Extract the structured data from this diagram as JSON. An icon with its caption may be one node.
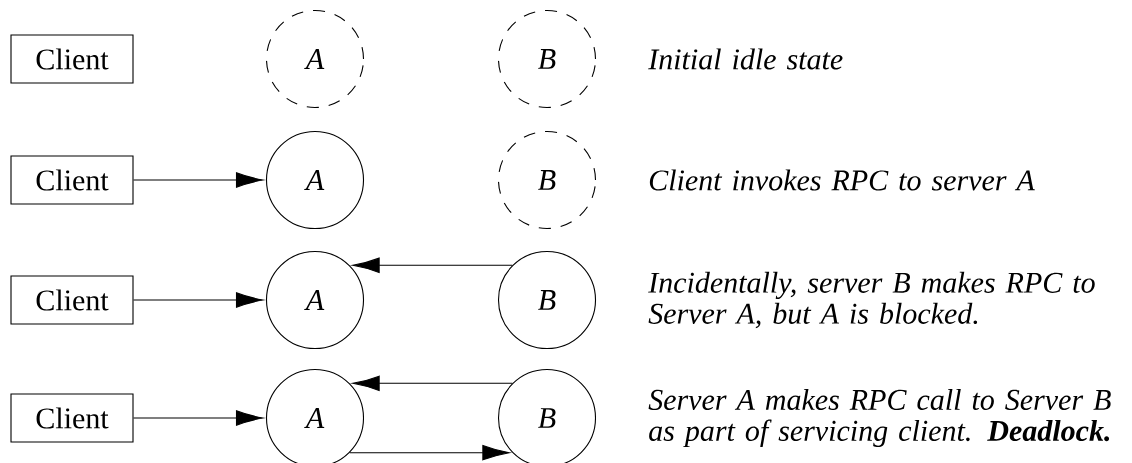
{
  "diagram": {
    "nodes": [
      {
        "text": [
          "Client"
        ]
      },
      {
        "text": [
          "A"
        ]
      },
      {
        "text": [
          "B"
        ]
      },
      {
        "text": [
          "Client"
        ]
      },
      {
        "text": [
          "A"
        ]
      },
      {
        "text": [
          "B"
        ]
      },
      {
        "text": [
          "Client"
        ]
      },
      {
        "text": [
          "A"
        ]
      },
      {
        "text": [
          "B"
        ]
      },
      {
        "text": [
          "Client"
        ]
      },
      {
        "text": [
          "A"
        ]
      },
      {
        "text": [
          "B"
        ]
      }
    ],
    "edges": [
      {
        "from": 3,
        "to": 4,
        "arrow": "to"
      },
      {
        "from": 6,
        "to": 7,
        "arrow": "to"
      },
      {
        "from": 8,
        "to": 7,
        "arrow": "to"
      },
      {
        "from": 9,
        "to": 10,
        "arrow": "to"
      },
      {
        "from": 11,
        "to": 10,
        "arrow": "to"
      },
      {
        "from": 10,
        "to": 11,
        "arrow": "to"
      }
    ],
    "labels": [
      "Initial idle state",
      "Client invokes RPC to server A",
      "Incidentally, server B makes RPC to Server A, but A is blocked.",
      "Server A makes RPC call to Server B as part of servicing client. **Deadlock.**"
    ]
  }
}
